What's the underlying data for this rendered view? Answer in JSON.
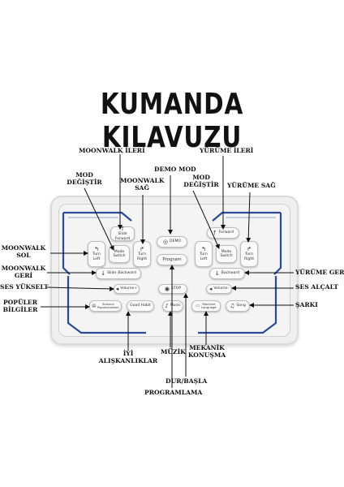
{
  "title": "KUMANDA KILAVUZU",
  "labels": {
    "moonwalk_ileri": "MOONWALK İLERİ",
    "mod_degistir_left_1": "MOD",
    "mod_degistir_left_2": "DEĞİŞTİR",
    "moonwalk_sag_1": "MOONWALK",
    "moonwalk_sag_2": "SAĞ",
    "demo_mod": "DEMO MOD",
    "mod_degistir_right_1": "MOD",
    "mod_degistir_right_2": "DEĞİŞTİR",
    "yurume_ileri": "YÜRÜME İLERİ",
    "yurume_sag": "YÜRÜME SAĞ",
    "moonwalk_sol_1": "MOONWALK",
    "moonwalk_sol_2": "SOL",
    "moonwalk_geri_1": "MOONWALK",
    "moonwalk_geri_2": "GERİ",
    "ses_yukselt": "SES YÜKSELT",
    "populer_bilgiler_1": "POPÜLER",
    "populer_bilgiler_2": "BİLGİLER",
    "yurume_geri": "YÜRÜME GERİ",
    "ses_alcalt": "SES ALÇALT",
    "sarki": "ŞARKI",
    "iyi_aliskanliklar_1": "İYİ",
    "iyi_aliskanliklar_2": "ALIŞKANLIKLAR",
    "muzik": "MÜZİK",
    "mekanik_konusma_1": "MEKANİK",
    "mekanik_konusma_2": "KONUŞMA",
    "dur_basla": "DUR/BAŞLA",
    "programlama": "PROGRAMLAMA"
  },
  "buttons": {
    "slide_forward_1": "Slide",
    "slide_forward_2": "Forward",
    "turn_left_1": "Turn",
    "turn_left_2": "Left",
    "mode_switch_left_1": "Mode",
    "mode_switch_left_2": "Switch",
    "turn_right_left_1": "Turn",
    "turn_right_left_2": "Right",
    "slide_backward_1": "Slide",
    "slide_backward_2": "Backward",
    "demo": "DEMO",
    "program": "Program",
    "forward": "Forward",
    "turn_left_right_1": "Turn",
    "turn_left_right_2": "Left",
    "mode_switch_right_1": "Mode",
    "mode_switch_right_2": "Switch",
    "turn_right_1": "Turn",
    "turn_right_2": "Right",
    "backward": "Backward",
    "volume_plus": "Volume+",
    "stop": "STOP",
    "volume_minus": "Volume-",
    "science_popularization_1": "Science",
    "science_popularization_2": "Popularization",
    "good_habit": "Good Habit",
    "music": "Music",
    "machine_language_1": "Machine",
    "machine_language_2": "Language",
    "song": "Song"
  },
  "colors": {
    "accent_blue": "#2c4a9a",
    "body": "#efefef"
  }
}
